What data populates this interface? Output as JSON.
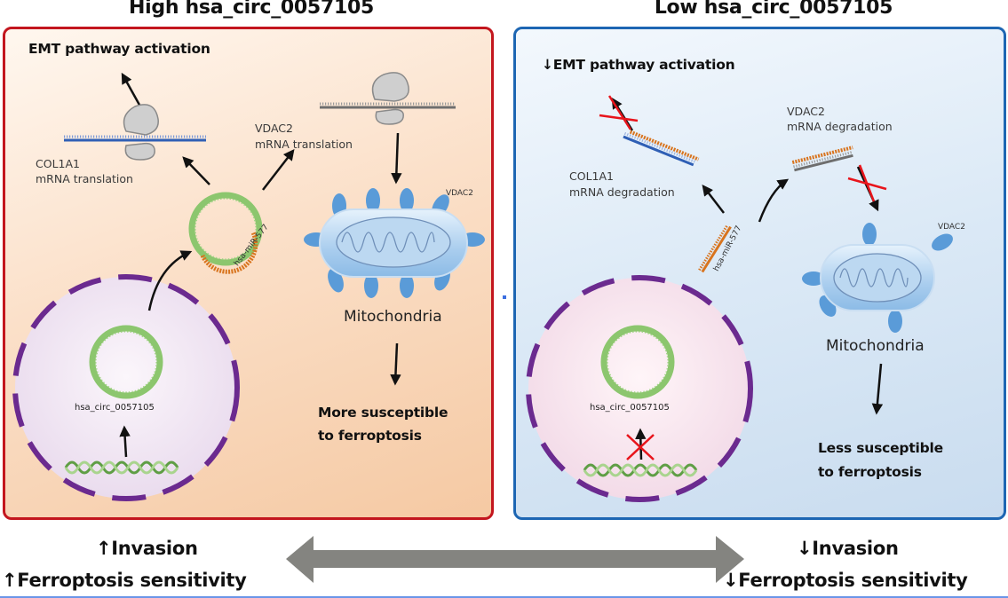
{
  "left_panel": {
    "title": "High hsa_circ_0057105",
    "emt_label": "EMT pathway activation",
    "col1a1_label_line1": "COL1A1",
    "col1a1_label_line2": "mRNA translation",
    "vdac2_label_line1": "VDAC2",
    "vdac2_label_line2": "mRNA translation",
    "mirna_label": "hsa-miR-577",
    "vdac2_protein_label": "VDAC2",
    "mito_label": "Mitochondria",
    "circ_label": "hsa_circ_0057105",
    "outcome_line1": "More susceptible",
    "outcome_line2": "to ferroptosis",
    "border_color": "#c3161e"
  },
  "right_panel": {
    "title": "Low hsa_circ_0057105",
    "emt_label": "↓EMT pathway activation",
    "col1a1_label_line1": "COL1A1",
    "col1a1_label_line2": "mRNA degradation",
    "vdac2_label_line1": "VDAC2",
    "vdac2_label_line2": "mRNA degradation",
    "mirna_label": "hsa-miR-577",
    "vdac2_protein_label": "VDAC2",
    "mito_label": "Mitochondria",
    "circ_label": "hsa_circ_0057105",
    "outcome_line1": "Less susceptible",
    "outcome_line2": "to ferroptosis",
    "border_color": "#1d66b3"
  },
  "bottom": {
    "left_line1": "↑Invasion",
    "left_line2": "↑Ferroptosis sensitivity",
    "right_line1": "↓Invasion",
    "right_line2": "↓Ferroptosis sensitivity",
    "arrow_color": "#848480"
  },
  "icons": {
    "ribosome": "ribosome-icon",
    "mrna": "mrna-strand-icon",
    "circrna": "circular-rna-icon",
    "mirna": "mirna-strand-icon",
    "mitochondria": "mitochondria-icon",
    "dna": "dna-helix-icon",
    "block": "red-x-block-icon",
    "nucleus": "nucleus-icon"
  },
  "colors": {
    "circ_rna": "#8cc66e",
    "mirna": "#d8741e",
    "mrna_col1a1": "#2f5fb5",
    "mrna_vdac2": "#6e6e6e",
    "nucleus_border": "#6b2a8f",
    "vdac2": "#5a9bd8",
    "block_x": "#e8141b"
  }
}
